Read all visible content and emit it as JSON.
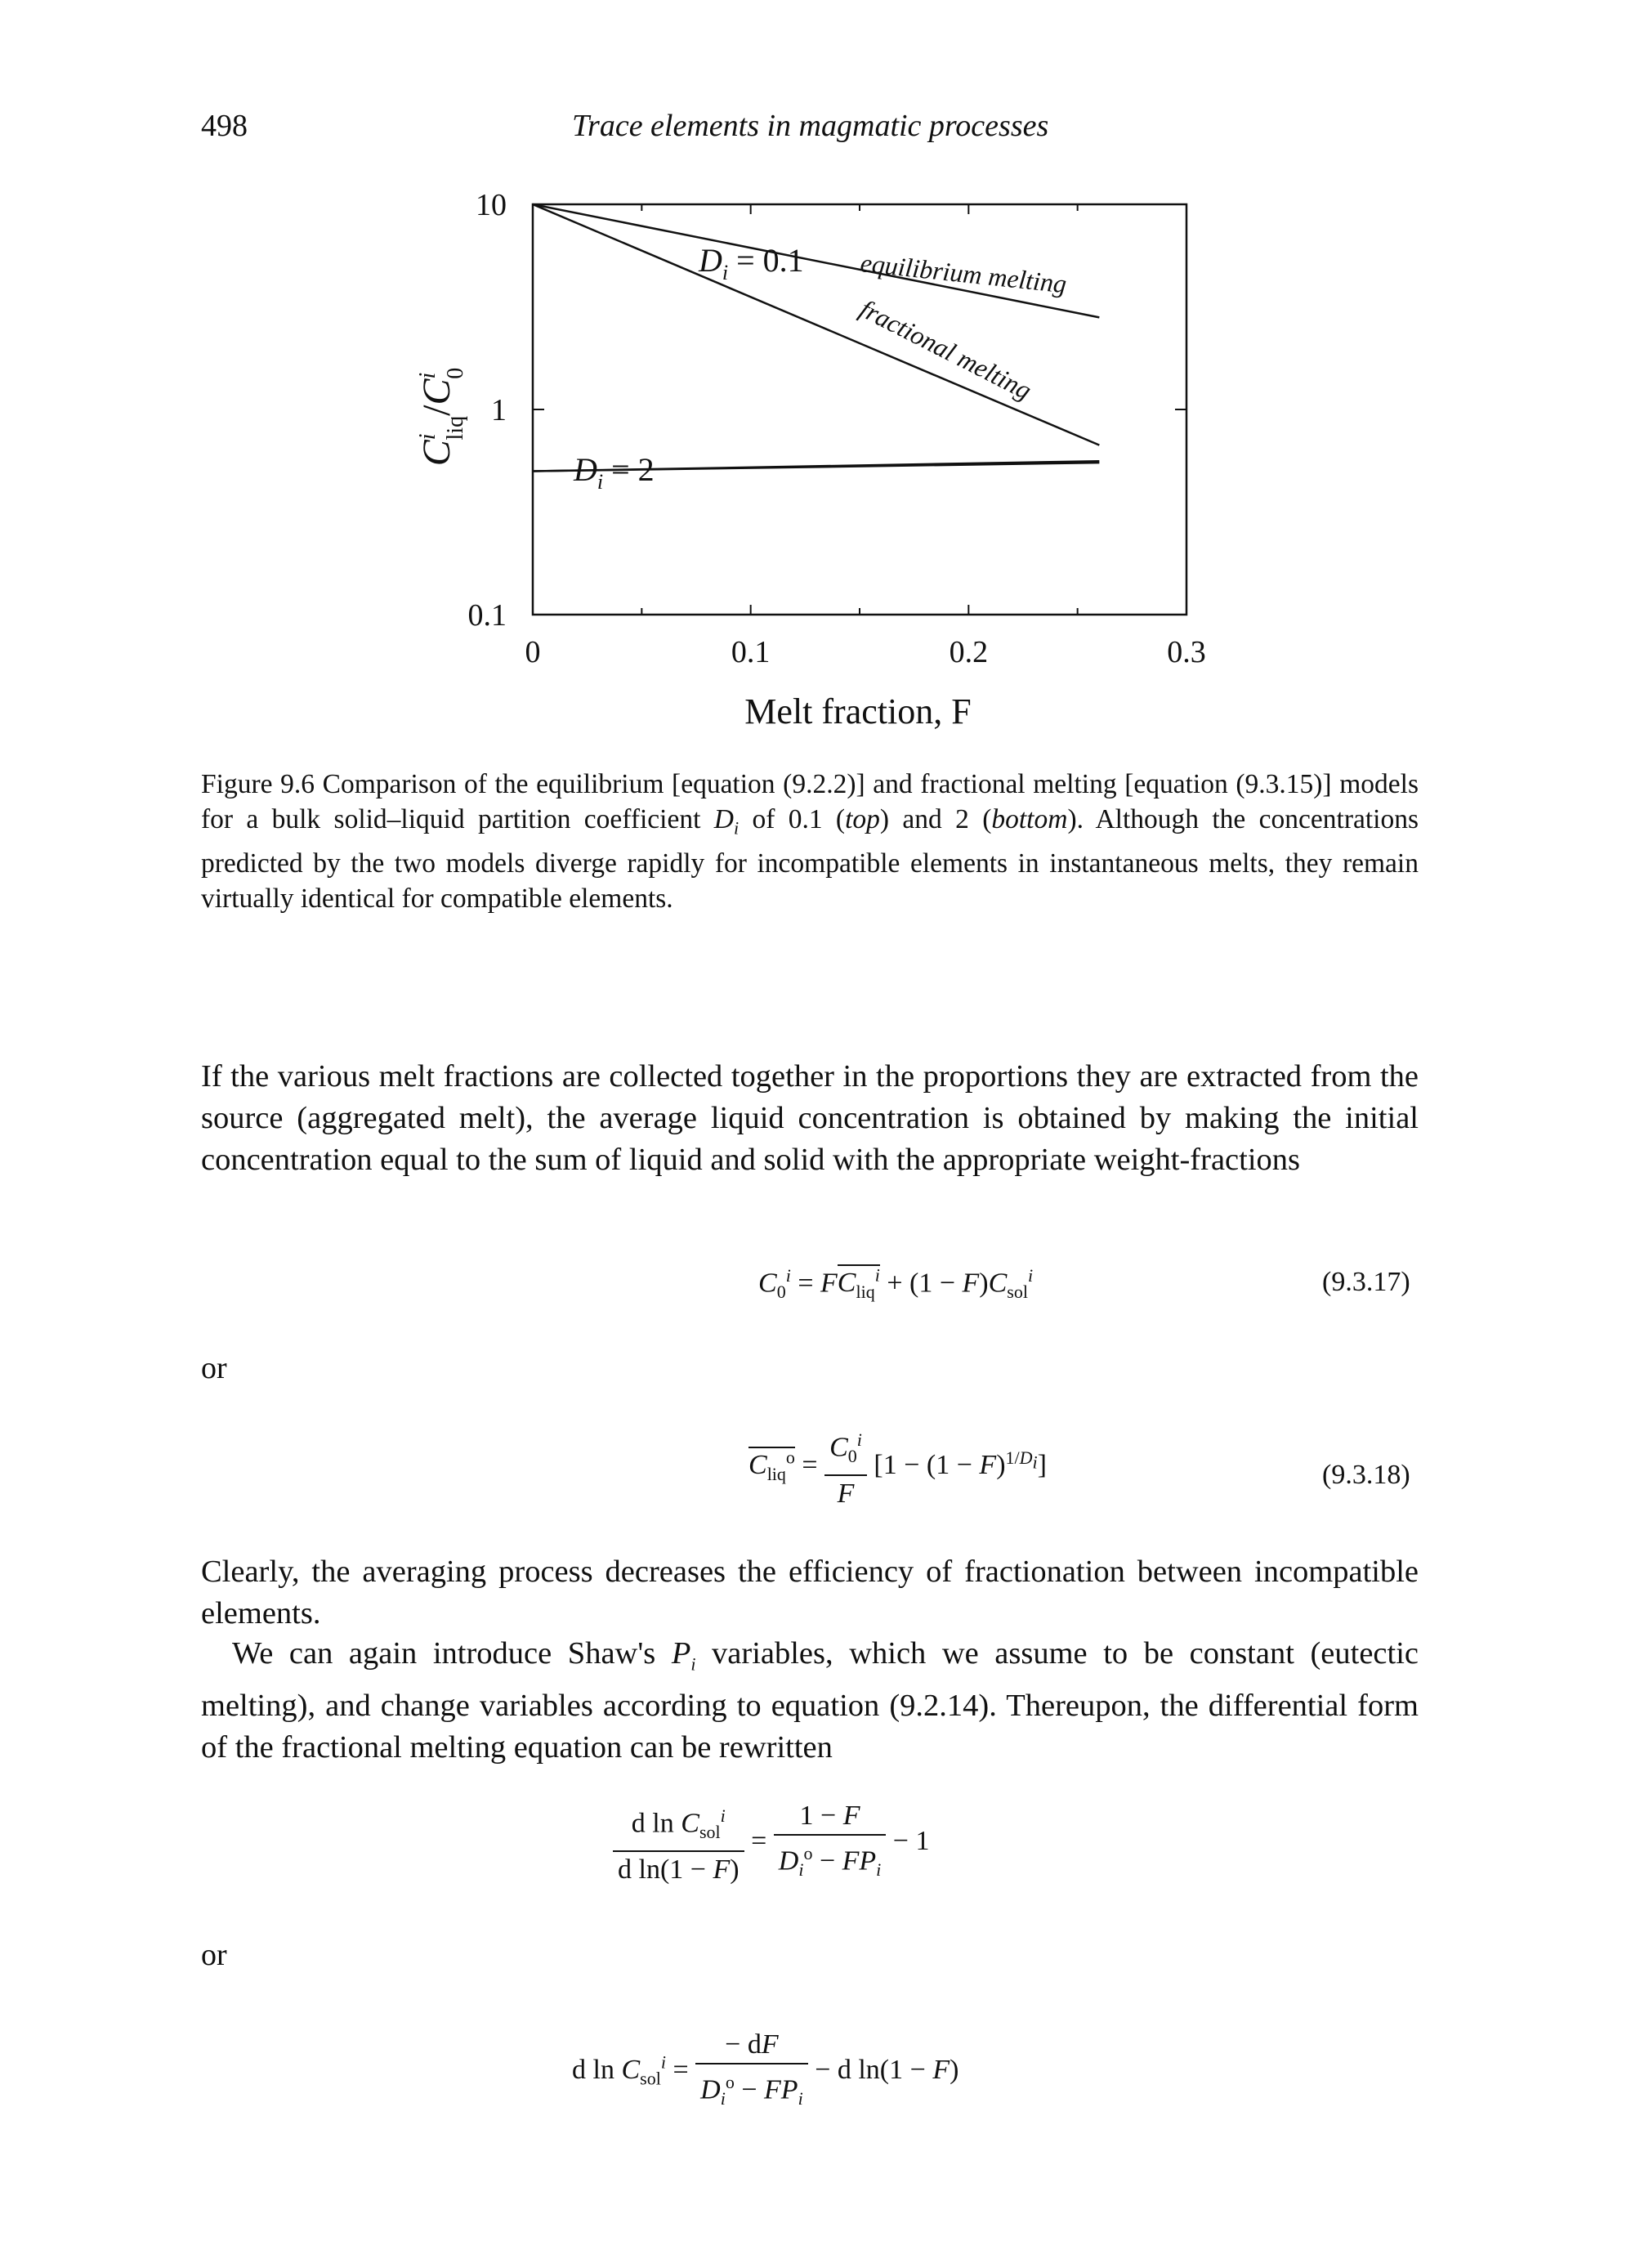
{
  "header": {
    "page_number": "498",
    "running_title": "Trace elements in magmatic processes"
  },
  "figure": {
    "y_axis_label_main": "C",
    "y_axis_label_sup1": "i",
    "y_axis_label_sub1": "liq",
    "y_axis_label_slash": "/",
    "y_axis_label_main2": "C",
    "y_axis_label_sup2": "i",
    "y_axis_label_sub2": "0",
    "x_axis_title": "Melt fraction, F",
    "labels": {
      "d_top": "D",
      "d_top_sub": "i",
      "d_top_value": " = 0.1",
      "equilibrium": "equilibrium melting",
      "fractional": "fractional melting",
      "d_bottom": "D",
      "d_bottom_sub": "i",
      "d_bottom_value": " = 2"
    }
  },
  "chart_data": {
    "type": "line",
    "x_ticks": [
      "0",
      "0.1",
      "0.2",
      "0.3"
    ],
    "y_ticks": [
      "10",
      "1",
      "0.1"
    ],
    "xlabel": "Melt fraction, F",
    "xlim": [
      0,
      0.3
    ],
    "ylim": [
      0.1,
      10
    ],
    "y_scale": "log",
    "series": [
      {
        "name": "equilibrium melting",
        "D": 0.1,
        "x": [
          0,
          0.26
        ],
        "y": [
          10,
          2.81
        ]
      },
      {
        "name": "fractional melting",
        "D": 0.1,
        "x": [
          0,
          0.26
        ],
        "y": [
          10,
          0.67
        ]
      },
      {
        "name": "equilibrium melting",
        "D": 2,
        "x": [
          0,
          0.26
        ],
        "y": [
          0.5,
          0.56
        ]
      },
      {
        "name": "fractional melting",
        "D": 2,
        "x": [
          0,
          0.26
        ],
        "y": [
          0.5,
          0.55
        ]
      }
    ]
  },
  "caption": {
    "lead": "Figure 9.6 Comparison of the equilibrium [equation (9.2.2)] and fractional melting [equation (9.3.15)] models for a bulk solid–liquid partition coefficient ",
    "d_sym": "D",
    "d_sub": "i",
    "mid1": " of 0.1 (",
    "top_word": "top",
    "mid2": ") and 2 (",
    "bottom_word": "bottom",
    "tail": "). Although the concentrations predicted by the two models diverge rapidly for incompatible elements in instantaneous melts, they remain virtually identical for compatible elements."
  },
  "body": {
    "p1": "If the various melt fractions are collected together in the proportions they are extracted from the source (aggregated melt), the average liquid concentration is obtained by making the initial concentration equal to the sum of liquid and solid with the appropriate weight-fractions",
    "or1": "or",
    "p2": "Clearly, the averaging process decreases the efficiency of fractionation between incompatible elements.",
    "p3_a": "We can again introduce Shaw's ",
    "p3_p": "P",
    "p3_i": "i",
    "p3_b": " variables, which we assume to be constant (eutectic melting), and change variables according to equation (9.2.14). Thereupon, the differential form of the fractional melting equation can be rewritten",
    "or2": "or"
  },
  "equations": {
    "eq1_number": "(9.3.17)",
    "eq2_number": "(9.3.18)"
  }
}
